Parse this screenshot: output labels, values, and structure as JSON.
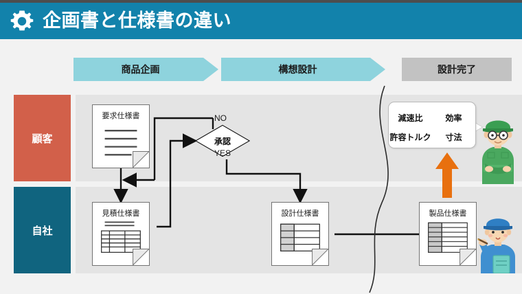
{
  "header": {
    "title": "企画書と仕様書の違い",
    "icon": "gear-icon",
    "bg_color": "#1282ab",
    "text_color": "#ffffff"
  },
  "phases": [
    {
      "label": "商品企画",
      "shape": "chevron",
      "color": "#8ed3dd"
    },
    {
      "label": "構想設計",
      "shape": "chevron",
      "color": "#8ed3dd"
    },
    {
      "label": "設計完了",
      "shape": "rectangle",
      "color": "#c2c2c2"
    }
  ],
  "lanes": [
    {
      "label": "顧客",
      "color": "#d2604a"
    },
    {
      "label": "自社",
      "color": "#10647f"
    }
  ],
  "nodes": {
    "requirement_spec": {
      "title": "要求仕様書",
      "type": "document-lines"
    },
    "decision": {
      "title": "承認",
      "type": "decision"
    },
    "quote_spec": {
      "title": "見積仕様書",
      "type": "document-table"
    },
    "design_spec": {
      "title": "設計仕様書",
      "type": "document-table2"
    },
    "product_spec": {
      "title": "製品仕様書",
      "type": "document-table2"
    }
  },
  "edge_labels": {
    "no": "NO",
    "yes": "YES"
  },
  "spec_bubble": {
    "items": [
      "減速比",
      "効率",
      "許容トルク",
      "寸法"
    ],
    "row1": [
      "減速比",
      "効率"
    ],
    "row2": [
      "許容トルク",
      "寸法"
    ]
  },
  "people": [
    {
      "name": "engineer-green",
      "cap_color": "#3a9e52",
      "uniform_color": "#4aa85f"
    },
    {
      "name": "worker-blue",
      "cap_color": "#2f7fc4",
      "uniform_color": "#3f8fd0"
    }
  ],
  "decorations": {
    "divider": "wavy-vertical-line",
    "up_arrow_color": "#e8700f"
  }
}
